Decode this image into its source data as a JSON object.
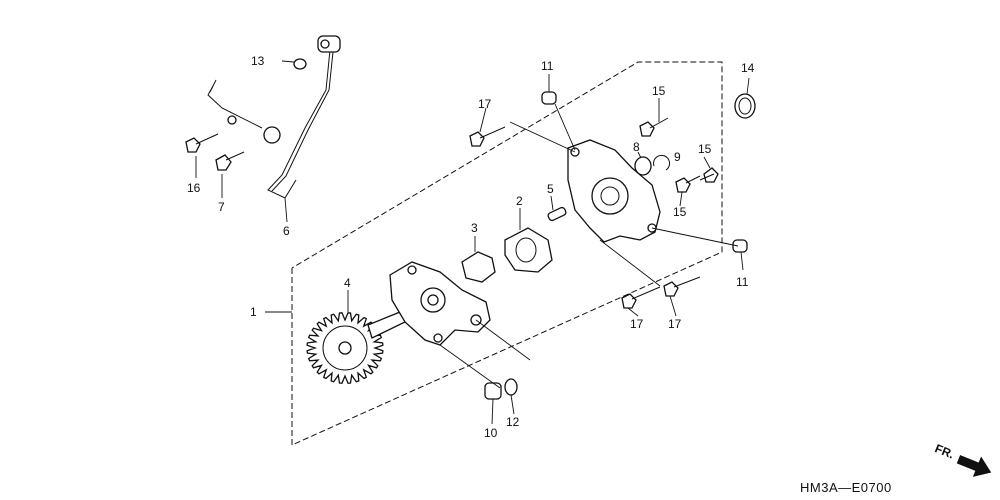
{
  "diagram": {
    "callouts": {
      "p1": "1",
      "p2": "2",
      "p3": "3",
      "p4": "4",
      "p5": "5",
      "p6": "6",
      "p7": "7",
      "p8": "8",
      "p9": "9",
      "p10": "10",
      "p11a": "11",
      "p11b": "11",
      "p12": "12",
      "p13": "13",
      "p14": "14",
      "p15a": "15",
      "p15b": "15",
      "p15c": "15",
      "p16": "16",
      "p17a": "17",
      "p17b": "17",
      "p17c": "17"
    },
    "drawing_code": "HM3A—E0700",
    "direction_label": "FR.",
    "ink_color": "#111111",
    "paper_color": "#ffffff"
  }
}
